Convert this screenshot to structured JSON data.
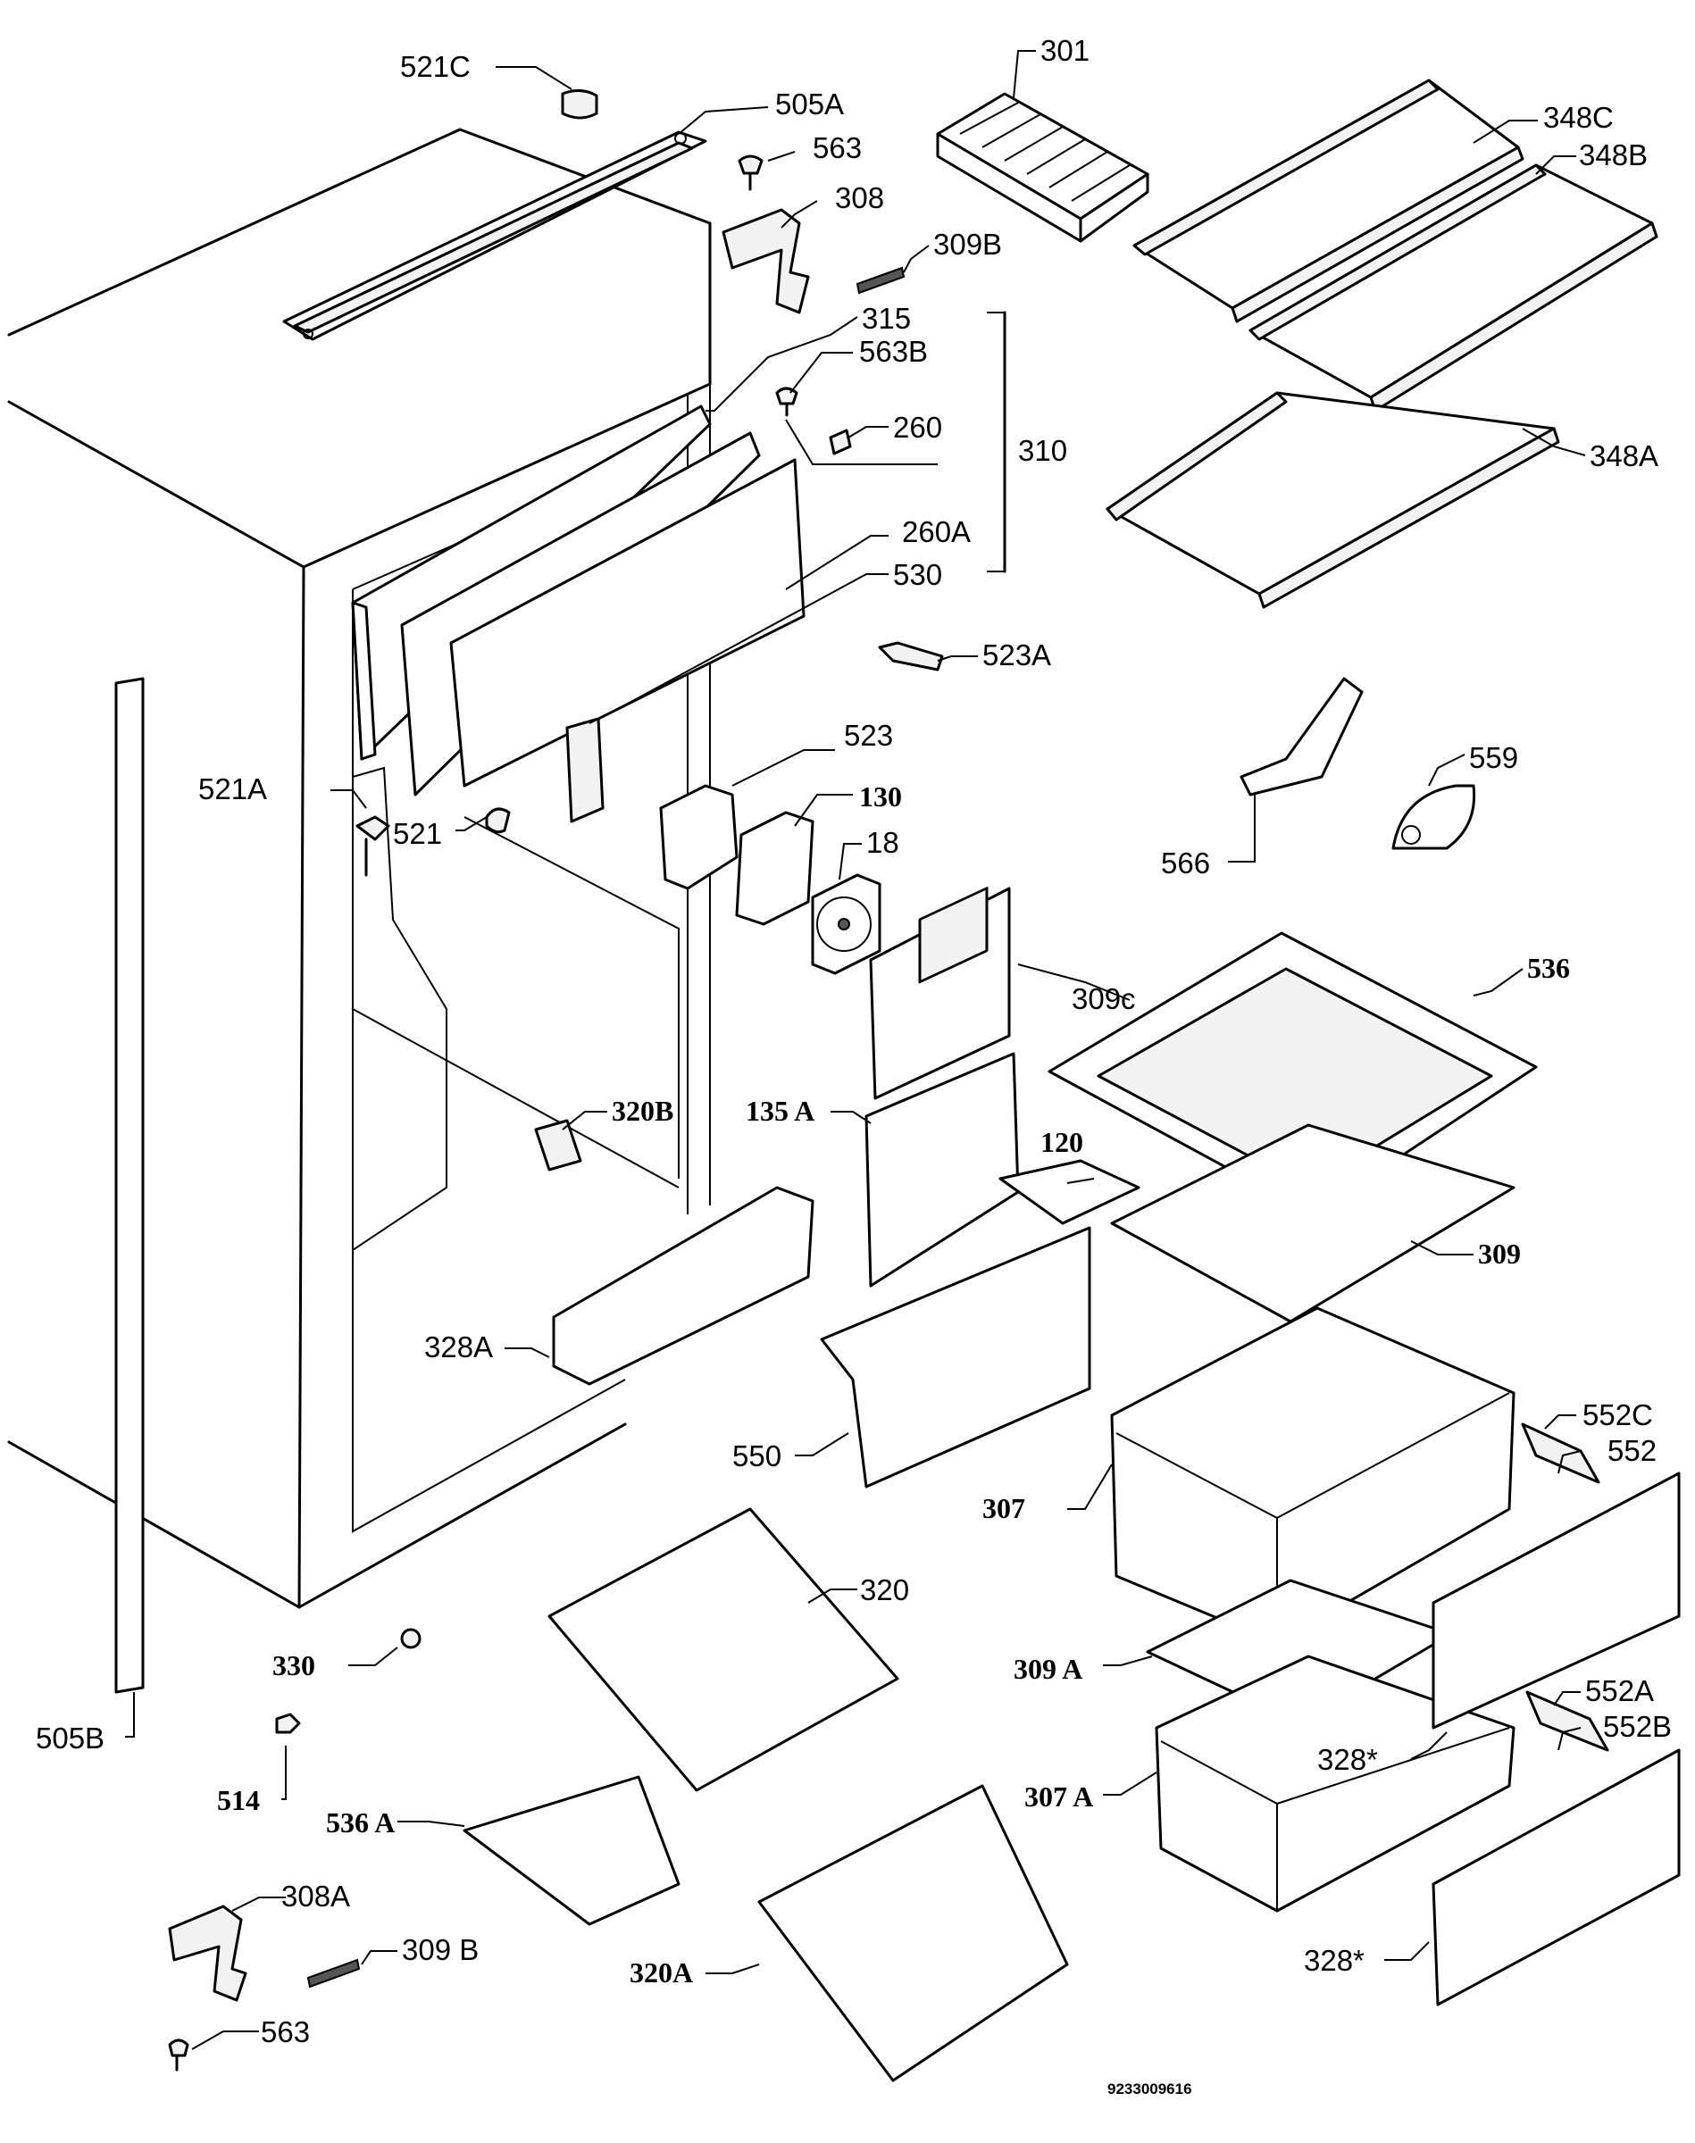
{
  "drawing_code": "9233009616",
  "labels": {
    "l521c": "521C",
    "l505a": "505A",
    "l563a": "563",
    "l308": "308",
    "l309b_top": "309B",
    "l301": "301",
    "l348c": "348C",
    "l348b": "348B",
    "l348a": "348A",
    "l315": "315",
    "l563b": "563B",
    "l260": "260",
    "l310": "310",
    "l260a": "260A",
    "l530": "530",
    "l523a": "523A",
    "l523": "523",
    "l130": "130",
    "l18": "18",
    "l521a": "521A",
    "l521": "521",
    "l566": "566",
    "l559": "559",
    "l536": "536",
    "l309c": "309c",
    "l320b": "320B",
    "l135a": "135 A",
    "l120": "120",
    "l309": "309",
    "l328a": "328A",
    "l550": "550",
    "l552c": "552C",
    "l552": "552",
    "l307": "307",
    "l330": "330",
    "l320": "320",
    "l505b": "505B",
    "l309a": "309 A",
    "l552a": "552A",
    "l552b": "552B",
    "l328star1": "328*",
    "l514": "514",
    "l536a": "536 A",
    "l307a": "307 A",
    "l308a": "308A",
    "l309b_bottom": "309 B",
    "l320a": "320A",
    "l328star2": "328*",
    "l563_bottom": "563"
  }
}
